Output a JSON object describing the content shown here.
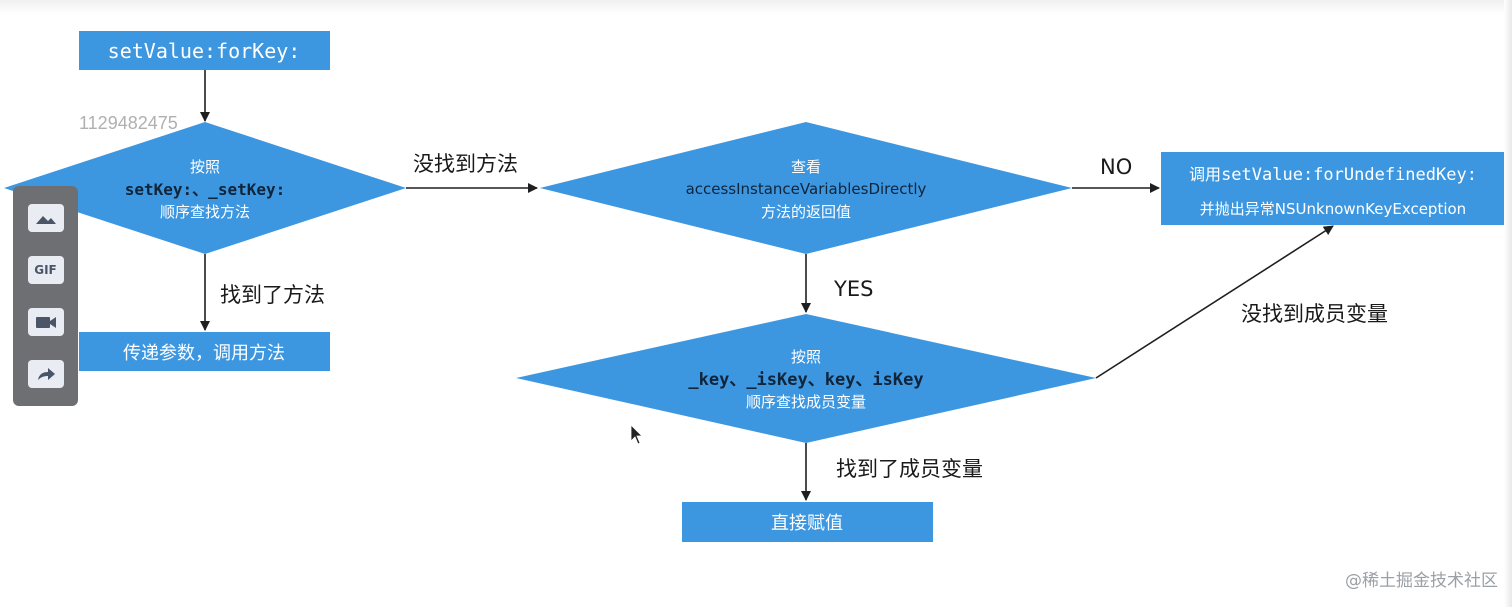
{
  "nodes": {
    "start": {
      "text": "setValue:forKey:"
    },
    "lookup_method": {
      "line1": "按照",
      "line2": "setKey:、_setKey:",
      "line3": "顺序查找方法"
    },
    "call_method": {
      "text": "传递参数，调用方法"
    },
    "check_access": {
      "line1": "查看",
      "line2": "accessInstanceVariablesDirectly",
      "line3": "方法的返回值"
    },
    "undefined_key": {
      "line1_prefix": "调用",
      "line1_code": "setValue:forUndefinedKey:",
      "line2": "并抛出异常NSUnknownKeyException"
    },
    "lookup_ivar": {
      "line1": "按照",
      "line2": "_key、_isKey、key、isKey",
      "line3": "顺序查找成员变量"
    },
    "assign": {
      "text": "直接赋值"
    }
  },
  "edges": {
    "method_not_found": "没找到方法",
    "method_found": "找到了方法",
    "no": "NO",
    "yes": "YES",
    "ivar_not_found": "没找到成员变量",
    "ivar_found": "找到了成员变量"
  },
  "overlay": {
    "id_text": "1129482475",
    "toolbar": [
      {
        "name": "image-icon"
      },
      {
        "name": "gif-icon",
        "label": "GIF"
      },
      {
        "name": "video-icon"
      },
      {
        "name": "share-icon"
      }
    ],
    "watermark": "@稀土掘金技术社区"
  },
  "colors": {
    "box": "#3d97e0",
    "box_dark": "#2f86d3",
    "line": "#1f1f1f",
    "text": "#ffffff"
  }
}
